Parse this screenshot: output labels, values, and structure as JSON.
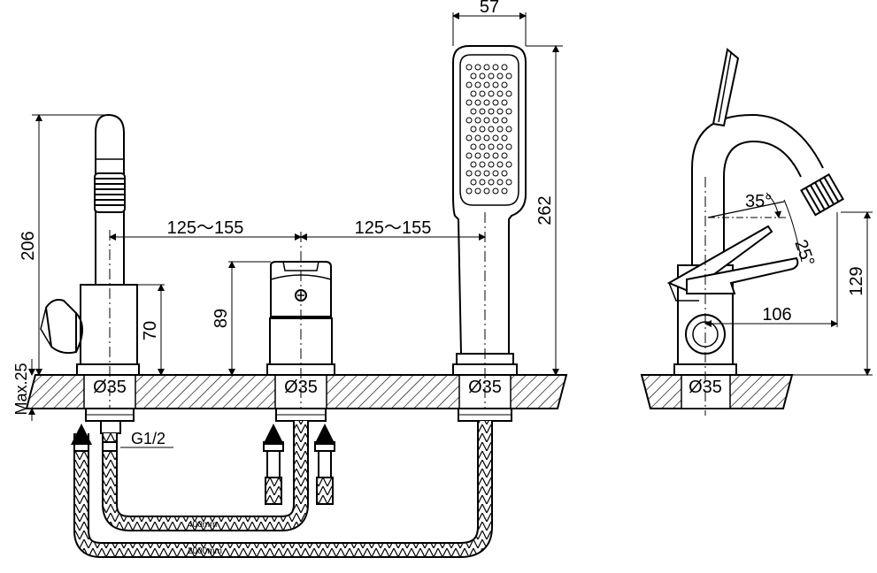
{
  "drawing": {
    "dims": {
      "handshower_width": "57",
      "handshower_height": "262",
      "spout_height": "206",
      "body_height": "70",
      "valve_height": "89",
      "spacing_1": "125～155",
      "spacing_2": "125～155",
      "max_deck": "Max.25",
      "angle_1": "35°",
      "angle_2": "25°",
      "spout_reach": "106",
      "side_height": "129"
    },
    "holes": [
      "Ø35",
      "Ø35",
      "Ø35",
      "Ø35"
    ],
    "thread": "G1/2",
    "hose_labels": [
      "400mm",
      "2000mm"
    ]
  }
}
